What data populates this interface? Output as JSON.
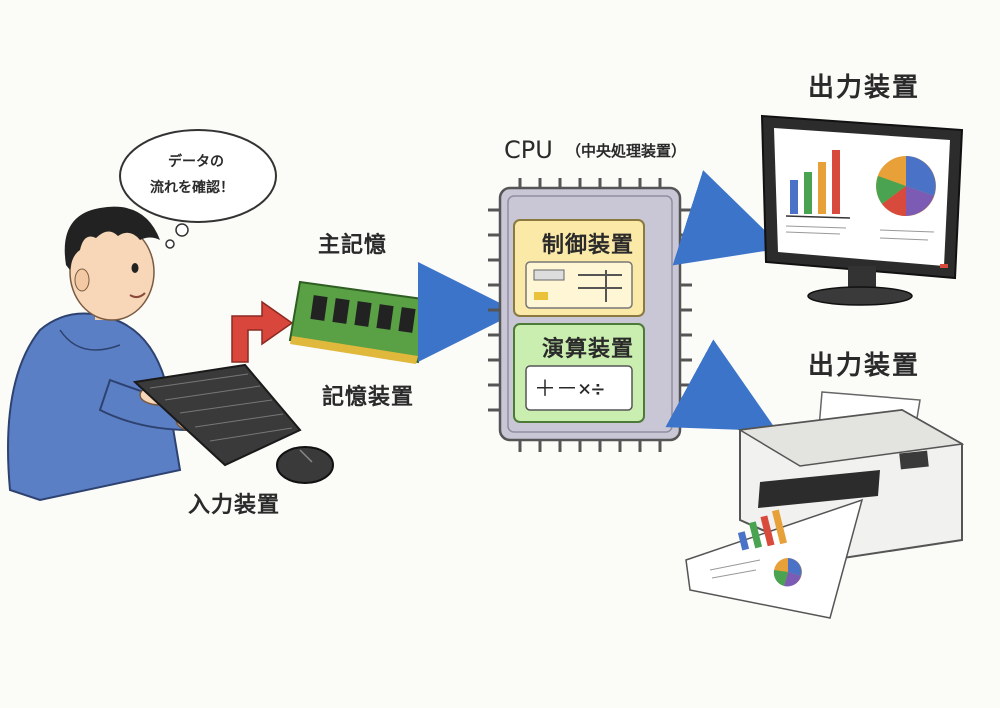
{
  "labels": {
    "thought_line1": "データの",
    "thought_line2": "流れを確認！",
    "main_memory": "主記憶",
    "storage": "記憶装置",
    "input": "入力装置",
    "cpu_title": "CPU",
    "cpu_subtitle": "（中央処理装置）",
    "control_unit": "制御装置",
    "arithmetic_unit": "演算装置",
    "operators": "＋－×÷",
    "output_monitor": "出力装置",
    "output_printer": "出力装置"
  },
  "icons": {
    "person": "student-icon",
    "keyboard": "keyboard-icon",
    "mouse": "mouse-icon",
    "memory": "ram-module-icon",
    "cpu": "cpu-chip-icon",
    "monitor": "monitor-icon",
    "printer": "printer-icon"
  },
  "colors": {
    "input_arrow": "#d9473c",
    "flow_arrow": "#3b74c9",
    "control_panel": "#fbe9a8",
    "arithmetic_panel": "#c9eeb0",
    "hoodie": "#5b7fc4",
    "memory_board": "#5aa045"
  }
}
